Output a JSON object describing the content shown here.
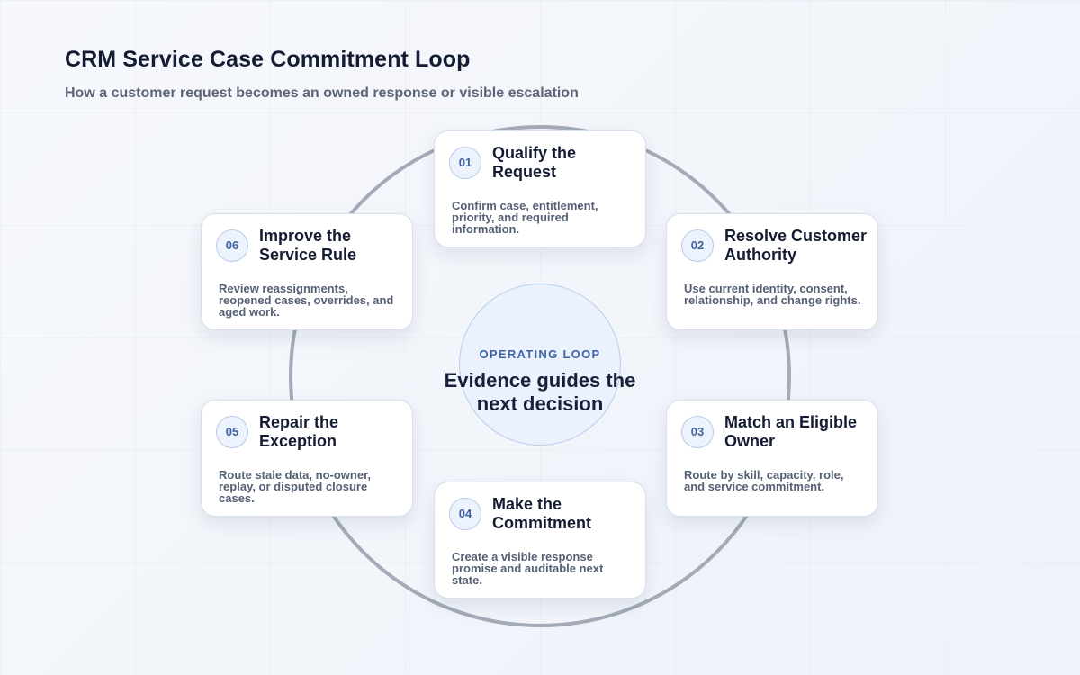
{
  "title": "CRM Service Case Commitment Loop",
  "subtitle": "How a customer request becomes an owned response or visible escalation",
  "center": {
    "kicker": "OPERATING LOOP",
    "text": "Evidence guides the next decision"
  },
  "steps": [
    {
      "number": "01",
      "title": "Qualify the Request",
      "text": "Confirm case, entitlement, priority, and required information."
    },
    {
      "number": "02",
      "title": "Resolve Customer Authority",
      "text": "Use current identity, consent, relationship, and change rights."
    },
    {
      "number": "03",
      "title": "Match an Eligible Owner",
      "text": "Route by skill, capacity, role, and service commitment."
    },
    {
      "number": "04",
      "title": "Make the Commitment",
      "text": "Create a visible response promise and auditable next state."
    },
    {
      "number": "05",
      "title": "Repair the Exception",
      "text": "Route stale data, no-owner, replay, or disputed closure cases."
    },
    {
      "number": "06",
      "title": "Improve the Service Rule",
      "text": "Review reassignments, reopened cases, overrides, and aged work."
    }
  ],
  "colors": {
    "accent": "#3f62a2",
    "ring": "#a3abb8",
    "center_fill": "#ebf2fd"
  }
}
